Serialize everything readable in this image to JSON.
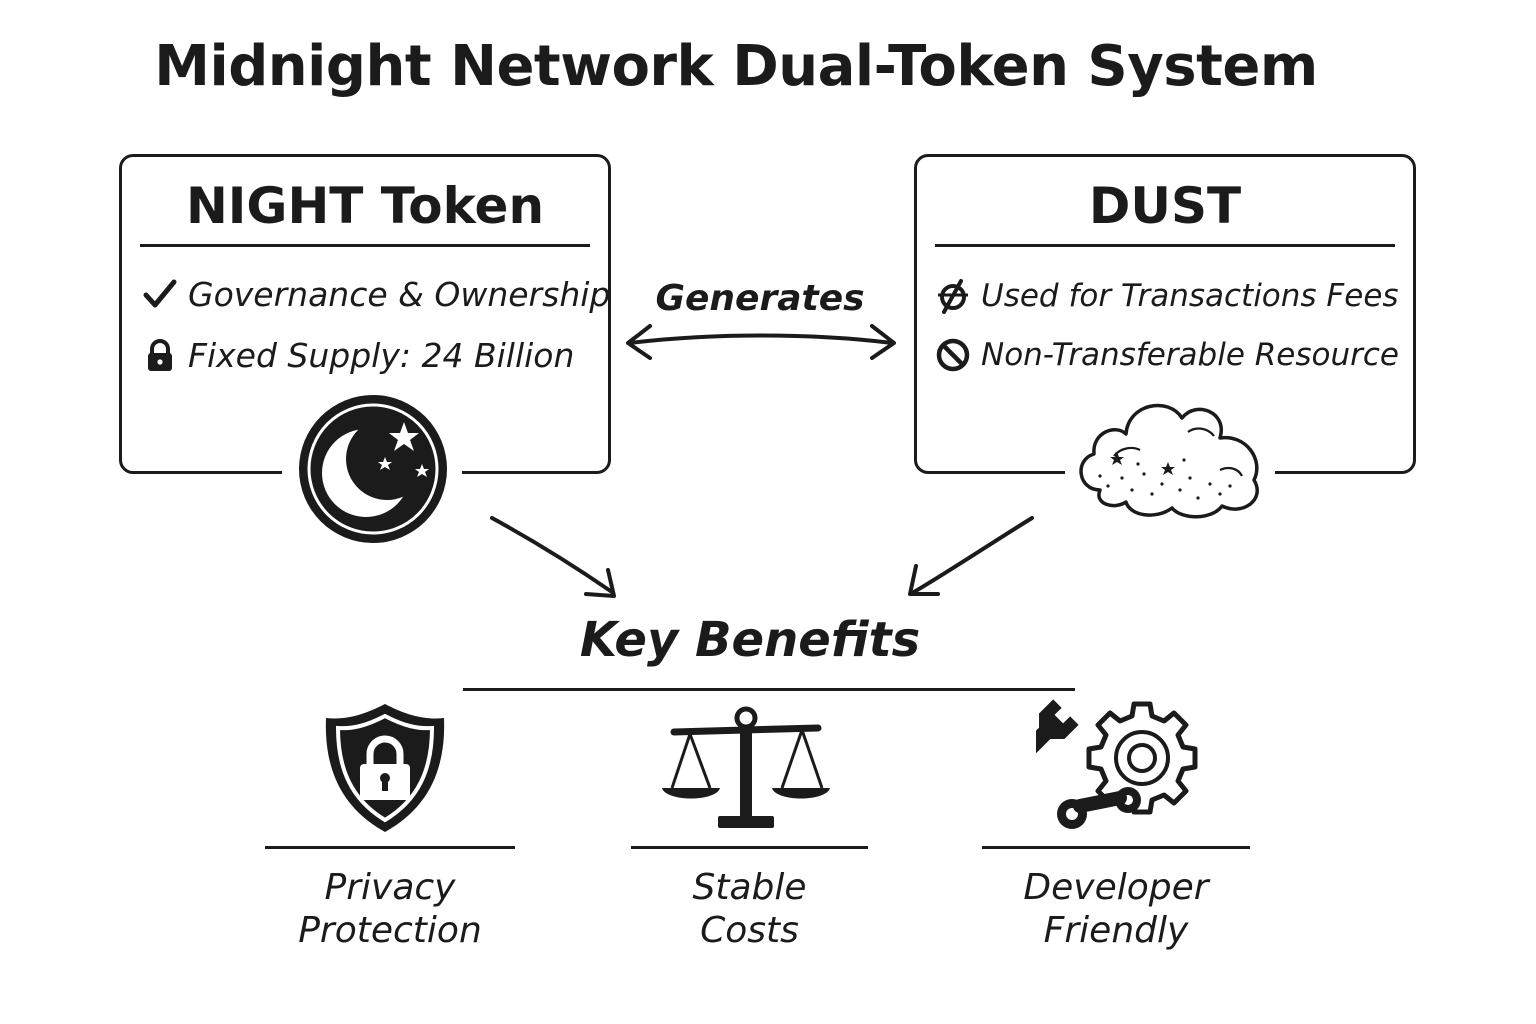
{
  "title": "Midnight Network Dual-Token System",
  "night_box": {
    "title": "NIGHT Token",
    "features": [
      {
        "icon": "checkmark-icon",
        "label": "Governance & Ownership"
      },
      {
        "icon": "lock-icon",
        "label": "Fixed Supply: 24 Billion"
      }
    ],
    "emblem_icon": "moon-stars-icon"
  },
  "dust_box": {
    "title": "DUST",
    "features": [
      {
        "icon": "crossed-out-circle-icon",
        "label": "Used for Transactions Fees"
      },
      {
        "icon": "prohibited-icon",
        "label": "Non-Transferable Resource"
      }
    ],
    "emblem_icon": "dust-cloud-icon"
  },
  "connector": {
    "label": "Generates"
  },
  "benefits": {
    "heading": "Key Benefits",
    "items": [
      {
        "icon": "shield-lock-icon",
        "label": "Privacy\nProtection"
      },
      {
        "icon": "balance-scale-icon",
        "label": "Stable\nCosts"
      },
      {
        "icon": "wrench-gear-icon",
        "label": "Developer\nFriendly"
      }
    ]
  }
}
